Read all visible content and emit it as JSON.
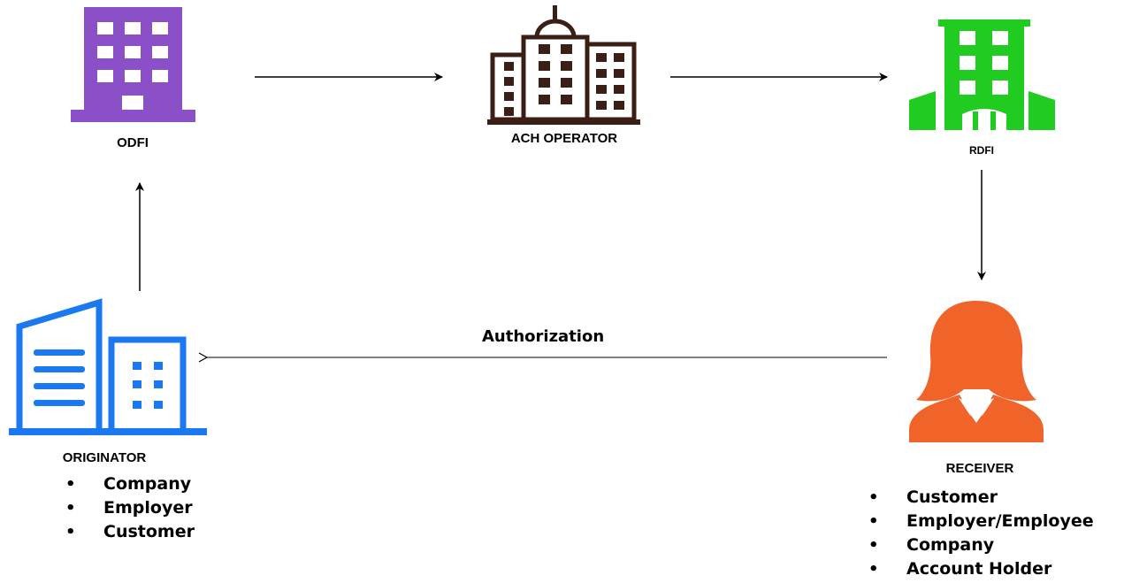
{
  "nodes": {
    "odfi": {
      "label": "ODFI",
      "color": "#8b4fc8"
    },
    "ach_operator": {
      "label": "ACH OPERATOR",
      "color": "#3b1f16"
    },
    "rdfi": {
      "label": "RDFI",
      "color": "#1fcc1f"
    },
    "originator": {
      "label": "ORIGINATOR",
      "color": "#1a78f0",
      "items": [
        "Company",
        "Employer",
        "Customer"
      ]
    },
    "receiver": {
      "label": "RECEIVER",
      "color": "#f0642a",
      "items": [
        "Customer",
        "Employer/Employee",
        "Company",
        "Account Holder"
      ]
    }
  },
  "edges": {
    "originator_to_odfi": {
      "from": "originator",
      "to": "odfi"
    },
    "odfi_to_ach": {
      "from": "odfi",
      "to": "ach_operator"
    },
    "ach_to_rdfi": {
      "from": "ach_operator",
      "to": "rdfi"
    },
    "rdfi_to_receiver": {
      "from": "rdfi",
      "to": "receiver"
    },
    "receiver_to_originator": {
      "from": "receiver",
      "to": "originator",
      "label": "Authorization"
    }
  }
}
